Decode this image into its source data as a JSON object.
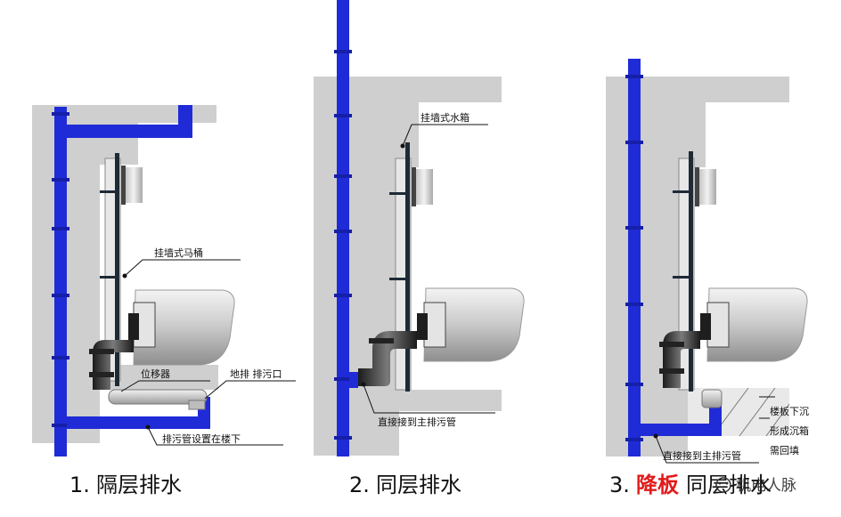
{
  "panels": [
    {
      "caption_num": "1.",
      "caption_text": "隔层排水",
      "labels": {
        "toilet": "挂墙式马桶",
        "shifter": "位移器",
        "floor_drain": "地排 排污口",
        "pipe_below": "排污管设置在楼下"
      }
    },
    {
      "caption_num": "2.",
      "caption_text": "同层排水",
      "labels": {
        "tank": "挂墙式水箱",
        "direct": "直接接到主排污管"
      }
    },
    {
      "caption_num": "3.",
      "caption_highlight": "降板",
      "caption_text": "同层排水",
      "labels": {
        "direct": "直接接到主排污管",
        "slab_line1": "楼板下沉",
        "slab_line2": "形成沉箱",
        "slab_line3": "需回填"
      }
    }
  ],
  "watermark": "机电人脉",
  "colors": {
    "pipe": "#1f2bd6",
    "wall": "#cfcfcf",
    "frame": "#1e2a36",
    "highlight": "#e21b1b"
  }
}
